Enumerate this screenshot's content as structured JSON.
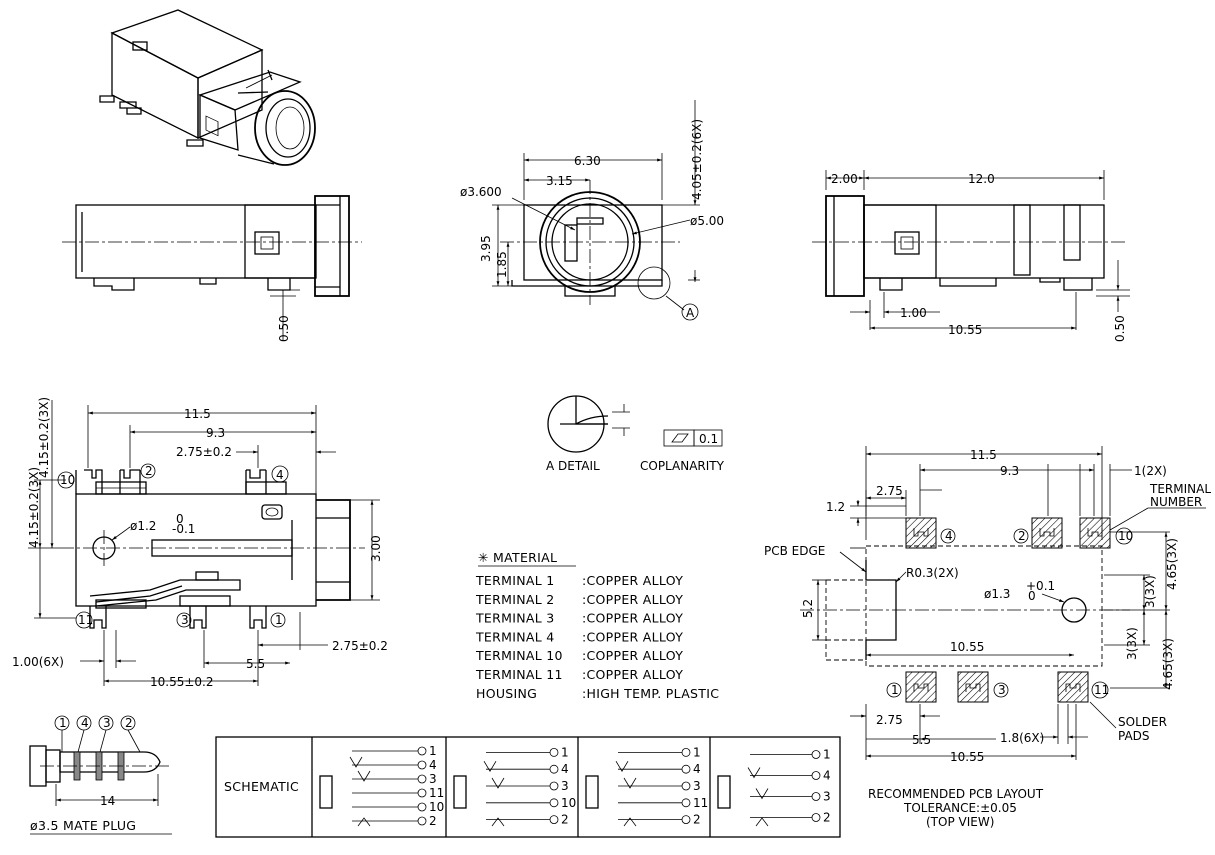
{
  "views": {
    "side_left": {
      "d_050": "0.50"
    },
    "front": {
      "d_630": "6.30",
      "d_315": "3.15",
      "d_phi3600": "ø3.600",
      "d_phi500": "ø5.00",
      "d_405": "4.05±0.2(6X)",
      "d_395": "3.95",
      "d_185": "1.85",
      "callout_A": "A"
    },
    "side_right": {
      "d_200": "2.00",
      "d_120": "12.0",
      "d_100": "1.00",
      "d_1055": "10.55",
      "d_050": "0.50"
    },
    "top": {
      "d_115": "11.5",
      "d_93": "9.3",
      "d_275t": "2.75±0.2",
      "d_415a": "4.15±0.2(3X)",
      "d_415b": "4.15±0.2(3X)",
      "d_phi12": "ø1.2",
      "d_phi12_up": "0",
      "d_phi12_dn": "-0.1",
      "d_300": "3.00",
      "d_100x6": "1.00(6X)",
      "d_55": "5.5",
      "d_1055": "10.55±0.2",
      "d_275b": "2.75±0.2",
      "pin10": "10",
      "pin2": "2",
      "pin4": "4",
      "pin11": "11",
      "pin3": "3",
      "pin1": "1"
    }
  },
  "detail": {
    "tol": "0.1",
    "a_detail": "A DETAIL",
    "coplanarity": "COPLANARITY"
  },
  "material": {
    "heading": "✳ MATERIAL",
    "rows": [
      {
        "name": "TERMINAL 1",
        "value": ":COPPER  ALLOY"
      },
      {
        "name": "TERMINAL 2",
        "value": ":COPPER  ALLOY"
      },
      {
        "name": "TERMINAL 3",
        "value": ":COPPER  ALLOY"
      },
      {
        "name": "TERMINAL 4",
        "value": ":COPPER  ALLOY"
      },
      {
        "name": "TERMINAL 10",
        "value": ":COPPER  ALLOY"
      },
      {
        "name": "TERMINAL 11",
        "value": ":COPPER  ALLOY"
      },
      {
        "name": "HOUSING",
        "value": ":HIGH  TEMP.  PLASTIC"
      }
    ]
  },
  "plug": {
    "labels": [
      "1",
      "4",
      "3",
      "2"
    ],
    "length": "14",
    "title": "ø3.5  MATE  PLUG"
  },
  "schematic": {
    "label": "SCHEMATIC",
    "cells": [
      [
        "1",
        "4",
        "3",
        "11",
        "10",
        "2"
      ],
      [
        "1",
        "4",
        "3",
        "10",
        "2"
      ],
      [
        "1",
        "4",
        "3",
        "11",
        "2"
      ],
      [
        "1",
        "4",
        "3",
        "2"
      ]
    ]
  },
  "pcb": {
    "d_115": "11.5",
    "d_93": "9.3",
    "d_1x2": "1(2X)",
    "terminal_number": [
      "TERMINAL",
      "NUMBER"
    ],
    "d_12": "1.2",
    "d_275": "2.75",
    "pcb_edge": "PCB EDGE",
    "r03": "R0.3(2X)",
    "phi13": "ø1.3",
    "phi13_up": "+0.1",
    "phi13_dn": "0",
    "d_52": "5.2",
    "d_1055": "10.55",
    "d_3x3a": "3(3X)",
    "d_465a": "4.65(3X)",
    "d_3x3b": "3(3X)",
    "d_465b": "4.65(3X)",
    "d_275b": "2.75",
    "d_18": "1.8(6X)",
    "d_55": "5.5",
    "d_1055b": "10.55",
    "solder_pads": [
      "SOLDER",
      "PADS"
    ],
    "pins": [
      "4",
      "2",
      "10",
      "1",
      "3",
      "11"
    ],
    "footer": [
      "RECOMMENDED  PCB  LAYOUT",
      "TOLERANCE:±0.05",
      "(TOP  VIEW)"
    ]
  }
}
